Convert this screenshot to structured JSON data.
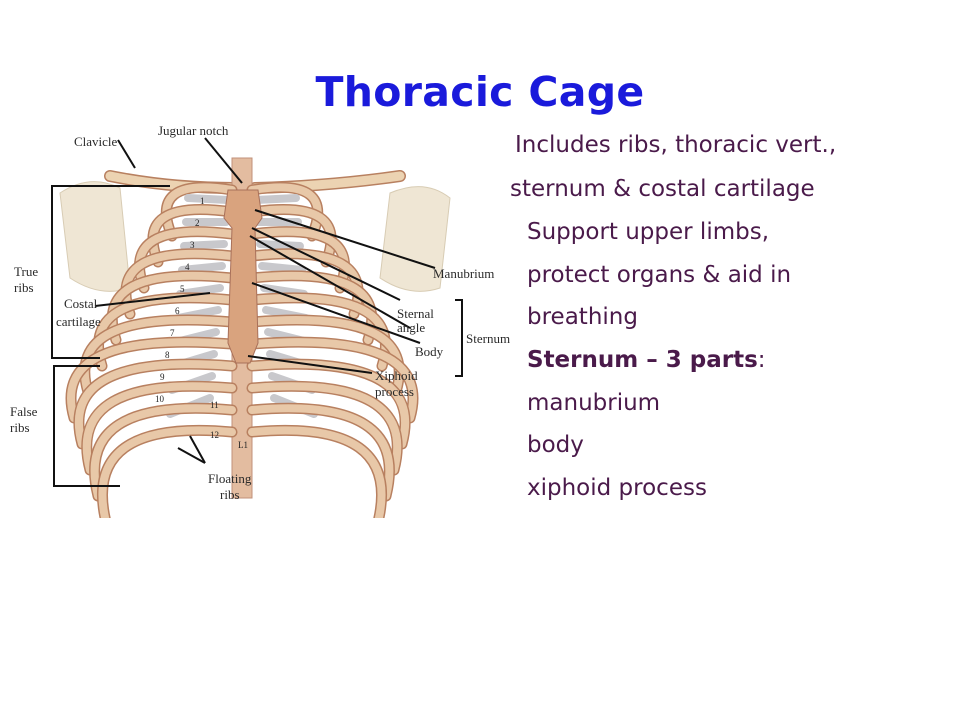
{
  "slide": {
    "title": "Thoracic Cage",
    "lines": [
      "Includes ribs, thoracic vert.,",
      "sternum & costal cartilage",
      "Support upper limbs,",
      "protect organs & aid in",
      "breathing",
      "manubrium",
      "body",
      "xiphoid process"
    ],
    "sternum_heading": "Sternum – 3 parts",
    "sternum_colon": ":"
  },
  "figure": {
    "labels": {
      "clavicle": "Clavicle",
      "jugular_notch": "Jugular notch",
      "manubrium": "Manubrium",
      "true": "True",
      "ribs": "ribs",
      "costal": "Costal",
      "cartilage": "cartilage",
      "sternal": "Sternal",
      "angle": "angle",
      "body": "Body",
      "sternum": "Sternum",
      "xiphoid": "Xiphoid",
      "process": "process",
      "false": "False",
      "floating": "Floating",
      "floating_ribs": "ribs"
    },
    "rib_numbers": [
      "1",
      "2",
      "3",
      "4",
      "5",
      "6",
      "7",
      "8",
      "9",
      "10",
      "11",
      "12",
      "L1"
    ],
    "colors": {
      "bone": "#e8c8a8",
      "bone_edge": "#b88060",
      "cartilage": "#c8c8cc",
      "sternum": "#d9a37e",
      "scapula": "#efe6d4"
    }
  }
}
